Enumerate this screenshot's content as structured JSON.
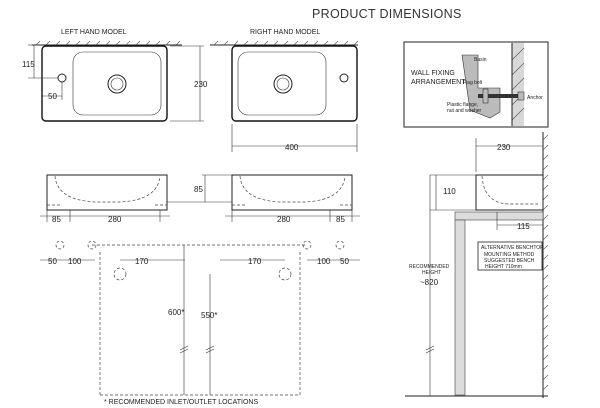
{
  "title": "PRODUCT DIMENSIONS",
  "left_label": "LEFT HAND MODEL",
  "right_label": "RIGHT HAND MODEL",
  "footnote": "* RECOMMENDED INLET/OUTLET LOCATIONS",
  "dims": {
    "d115": "115",
    "d50": "50",
    "d230": "230",
    "d400": "400",
    "d85": "85",
    "d280": "280",
    "d170": "170",
    "d100": "100",
    "d600": "600*",
    "d550": "550*",
    "d110": "110",
    "d820": "~820"
  },
  "detail": {
    "heading_1": "WALL FIXING",
    "heading_2": "ARRANGEMENT",
    "basin": "Basin",
    "flag_bolt": "Flag bolt",
    "anchor": "Anchor",
    "plastic_1": "Plastic flange,",
    "plastic_2": "nut and washer"
  },
  "recommended_1": "RECOMMENDED",
  "recommended_2": "HEIGHT",
  "alt": {
    "line1": "ALTERNATIVE BENCHTOP",
    "line2": "MOUNTING METHOD",
    "line3": "SUGGESTED BENCH",
    "line4": "HEIGHT 710mm"
  }
}
